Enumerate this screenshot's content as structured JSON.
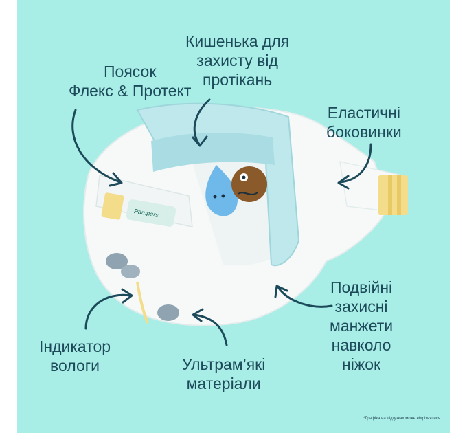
{
  "labels": {
    "pocket": [
      "Кишенька для",
      "захисту від",
      "протікань"
    ],
    "belt": [
      "Поясок",
      "Флекс & Протект"
    ],
    "sides": [
      "Еластичні",
      "боковинки"
    ],
    "cuffs": [
      "Подвійні",
      "захисні",
      "манжети",
      "навколо",
      "ніжок"
    ],
    "indicator": [
      "Індикатор",
      "вологи"
    ],
    "materials": [
      "Ультрам’які",
      "матеріали"
    ]
  },
  "brand_logo_text": "Pampers",
  "disclaimer": "*Графіка на підгузках може відрізнятися",
  "colors": {
    "background": "#a8eee6",
    "text": "#1d4a5a",
    "diaper": "#f7f9f9",
    "pocket": "#bfe8ec",
    "tab": "#f3dc8a"
  }
}
